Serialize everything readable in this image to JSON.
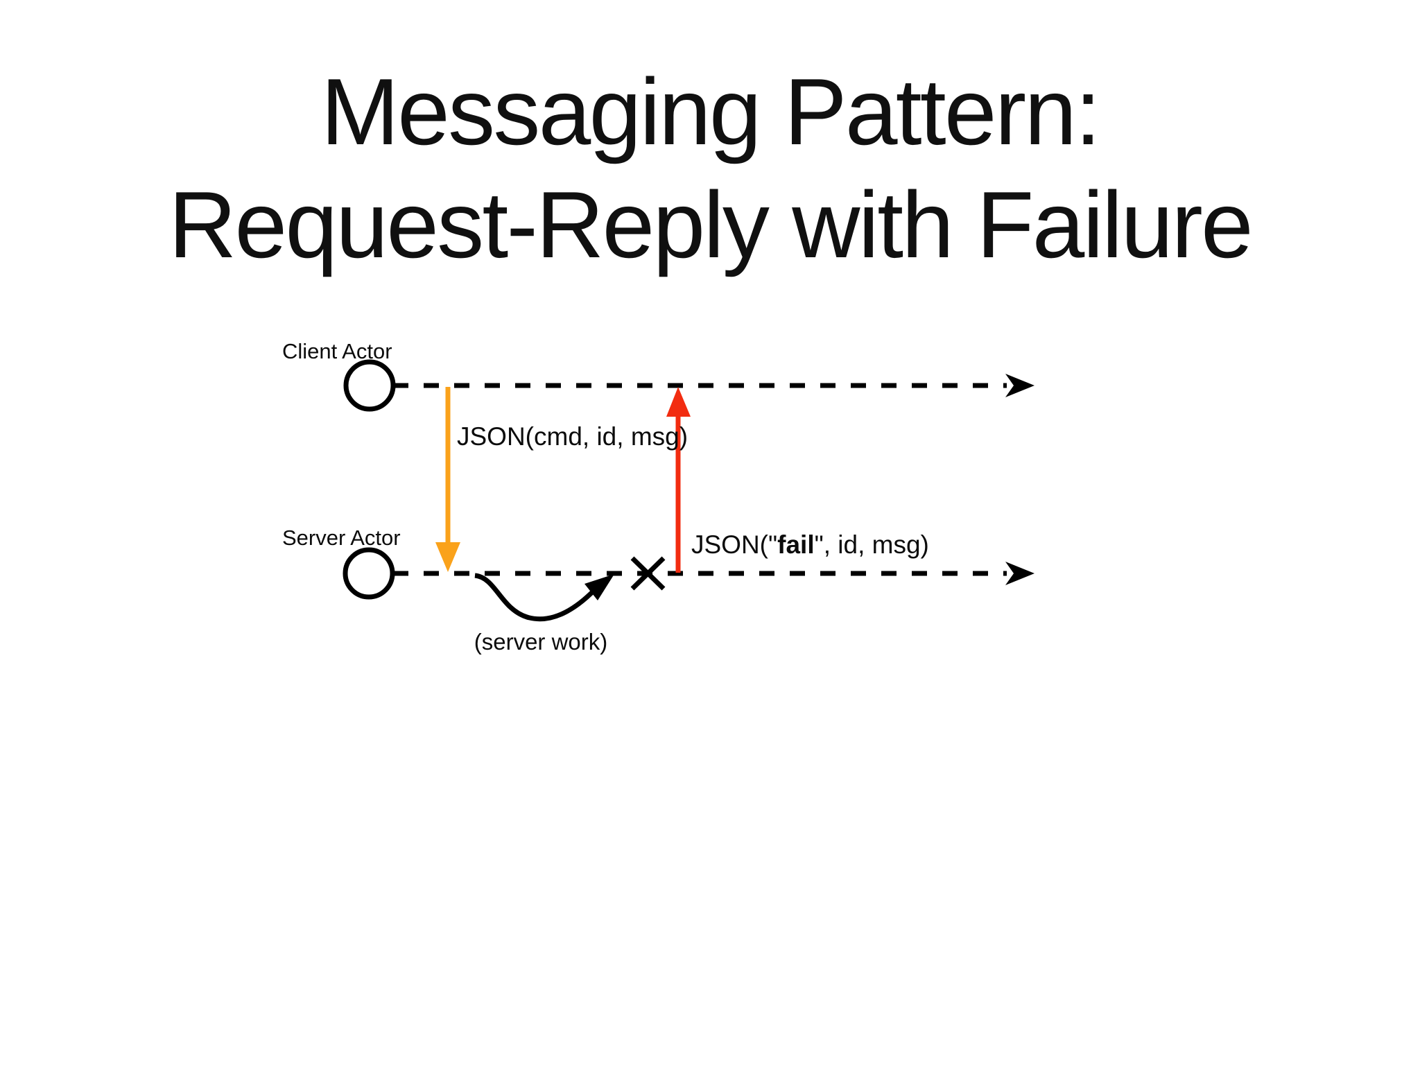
{
  "title": {
    "line1": "Messaging Pattern:",
    "line2": "Request-Reply with Failure"
  },
  "diagram": {
    "client_actor_label": "Client Actor",
    "server_actor_label": "Server Actor",
    "request_label": "JSON(cmd, id, msg)",
    "reply_label": {
      "prefix": "JSON(\"",
      "bold": "fail",
      "suffix": "\", id, msg)"
    },
    "server_work_label": "(server work)",
    "colors": {
      "request_arrow": "#FAA21B",
      "reply_arrow": "#F22C10",
      "line_color": "#000000"
    }
  }
}
